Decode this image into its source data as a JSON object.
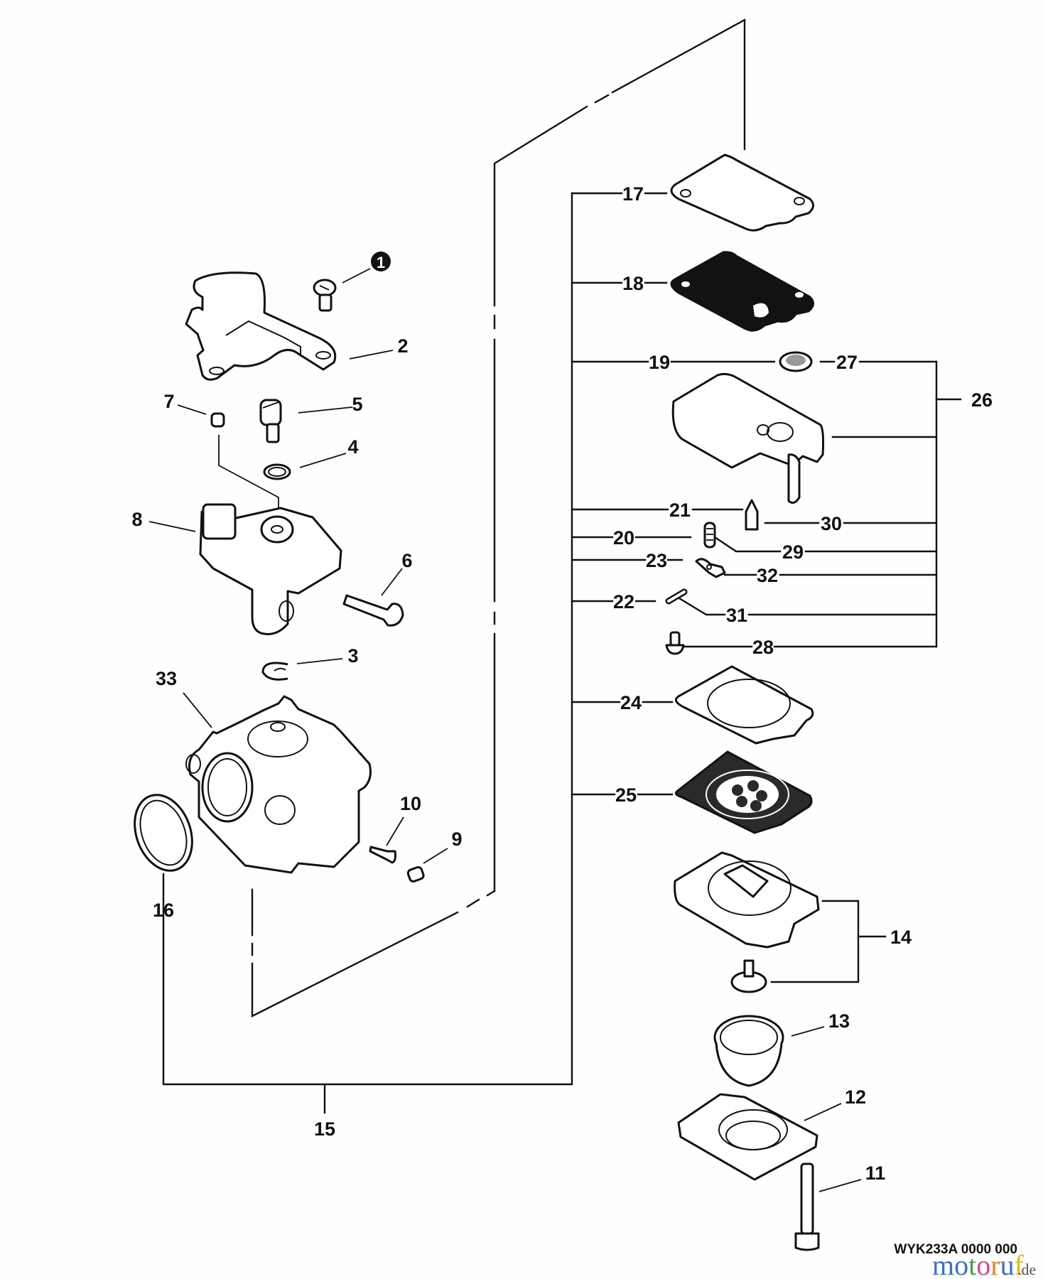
{
  "diagram": {
    "title": "Carburetor exploded parts diagram",
    "drawing_code": "WYK233A 0000 000",
    "watermark": {
      "letters": [
        {
          "ch": "m",
          "color": "#3d6fc4"
        },
        {
          "ch": "o",
          "color": "#3d6fc4"
        },
        {
          "ch": "t",
          "color": "#4aa04a"
        },
        {
          "ch": "o",
          "color": "#d9479a"
        },
        {
          "ch": "r",
          "color": "#e2862b"
        },
        {
          "ch": "u",
          "color": "#3d6fc4"
        },
        {
          "ch": "f",
          "color": "#e6b51e"
        }
      ],
      "suffix": ".de"
    },
    "callouts": [
      {
        "id": "1",
        "label": "1",
        "style": "filled-circle",
        "part": "screw"
      },
      {
        "id": "2",
        "label": "2",
        "part": "bracket"
      },
      {
        "id": "3",
        "label": "3",
        "part": "e-clip"
      },
      {
        "id": "4",
        "label": "4",
        "part": "o-ring"
      },
      {
        "id": "5",
        "label": "5",
        "part": "adjuster-screw"
      },
      {
        "id": "6",
        "label": "6",
        "part": "screw"
      },
      {
        "id": "7",
        "label": "7",
        "part": "cap"
      },
      {
        "id": "8",
        "label": "8",
        "part": "throttle-shaft-assembly"
      },
      {
        "id": "9",
        "label": "9",
        "part": "plug"
      },
      {
        "id": "10",
        "label": "10",
        "part": "idle-screw"
      },
      {
        "id": "11",
        "label": "11",
        "part": "screw"
      },
      {
        "id": "12",
        "label": "12",
        "part": "primer-cover"
      },
      {
        "id": "13",
        "label": "13",
        "part": "primer-bulb"
      },
      {
        "id": "14",
        "label": "14",
        "part": "metering-body-kit"
      },
      {
        "id": "15",
        "label": "15",
        "part": "carburetor-assembly"
      },
      {
        "id": "16",
        "label": "16",
        "part": "seal-ring"
      },
      {
        "id": "17",
        "label": "17",
        "part": "gasket"
      },
      {
        "id": "18",
        "label": "18",
        "part": "pump-diaphragm"
      },
      {
        "id": "19",
        "label": "19",
        "part": "screen"
      },
      {
        "id": "20",
        "label": "20",
        "part": "spring"
      },
      {
        "id": "21",
        "label": "21",
        "part": "needle-valve"
      },
      {
        "id": "22",
        "label": "22",
        "part": "pin"
      },
      {
        "id": "23",
        "label": "23",
        "part": "lever"
      },
      {
        "id": "24",
        "label": "24",
        "part": "gasket"
      },
      {
        "id": "25",
        "label": "25",
        "part": "metering-diaphragm"
      },
      {
        "id": "26",
        "label": "26",
        "part": "pump-cover-kit"
      },
      {
        "id": "27",
        "label": "27",
        "part": "screen"
      },
      {
        "id": "28",
        "label": "28",
        "part": "screw"
      },
      {
        "id": "29",
        "label": "29",
        "part": "spring"
      },
      {
        "id": "30",
        "label": "30",
        "part": "needle-valve"
      },
      {
        "id": "31",
        "label": "31",
        "part": "pin"
      },
      {
        "id": "32",
        "label": "32",
        "part": "lever"
      },
      {
        "id": "33",
        "label": "33",
        "part": "carburetor-body"
      }
    ]
  }
}
